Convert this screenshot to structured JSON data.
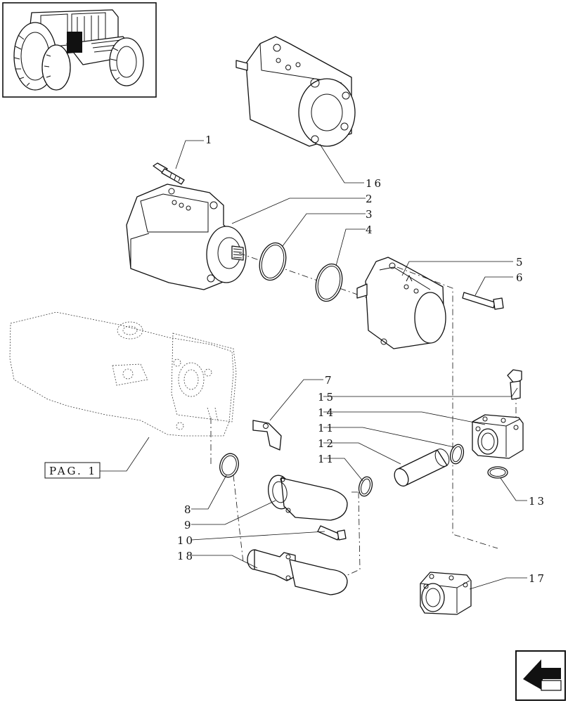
{
  "diagram": {
    "callouts": {
      "c1": "1",
      "c2": "2",
      "c3": "3",
      "c4": "4",
      "c5": "5",
      "c6": "6",
      "c7": "7",
      "c8": "8",
      "c9": "9",
      "c10": "10",
      "c11a": "11",
      "c11b": "11",
      "c12": "12",
      "c13": "13",
      "c14": "14",
      "c15": "15",
      "c16": "16",
      "c17": "17",
      "c18": "18"
    },
    "page_ref": "PAG. 1"
  },
  "icons": {
    "thumbnail": "tractor-thumbnail-icon",
    "navigation": "next-page-arrow-icon"
  }
}
